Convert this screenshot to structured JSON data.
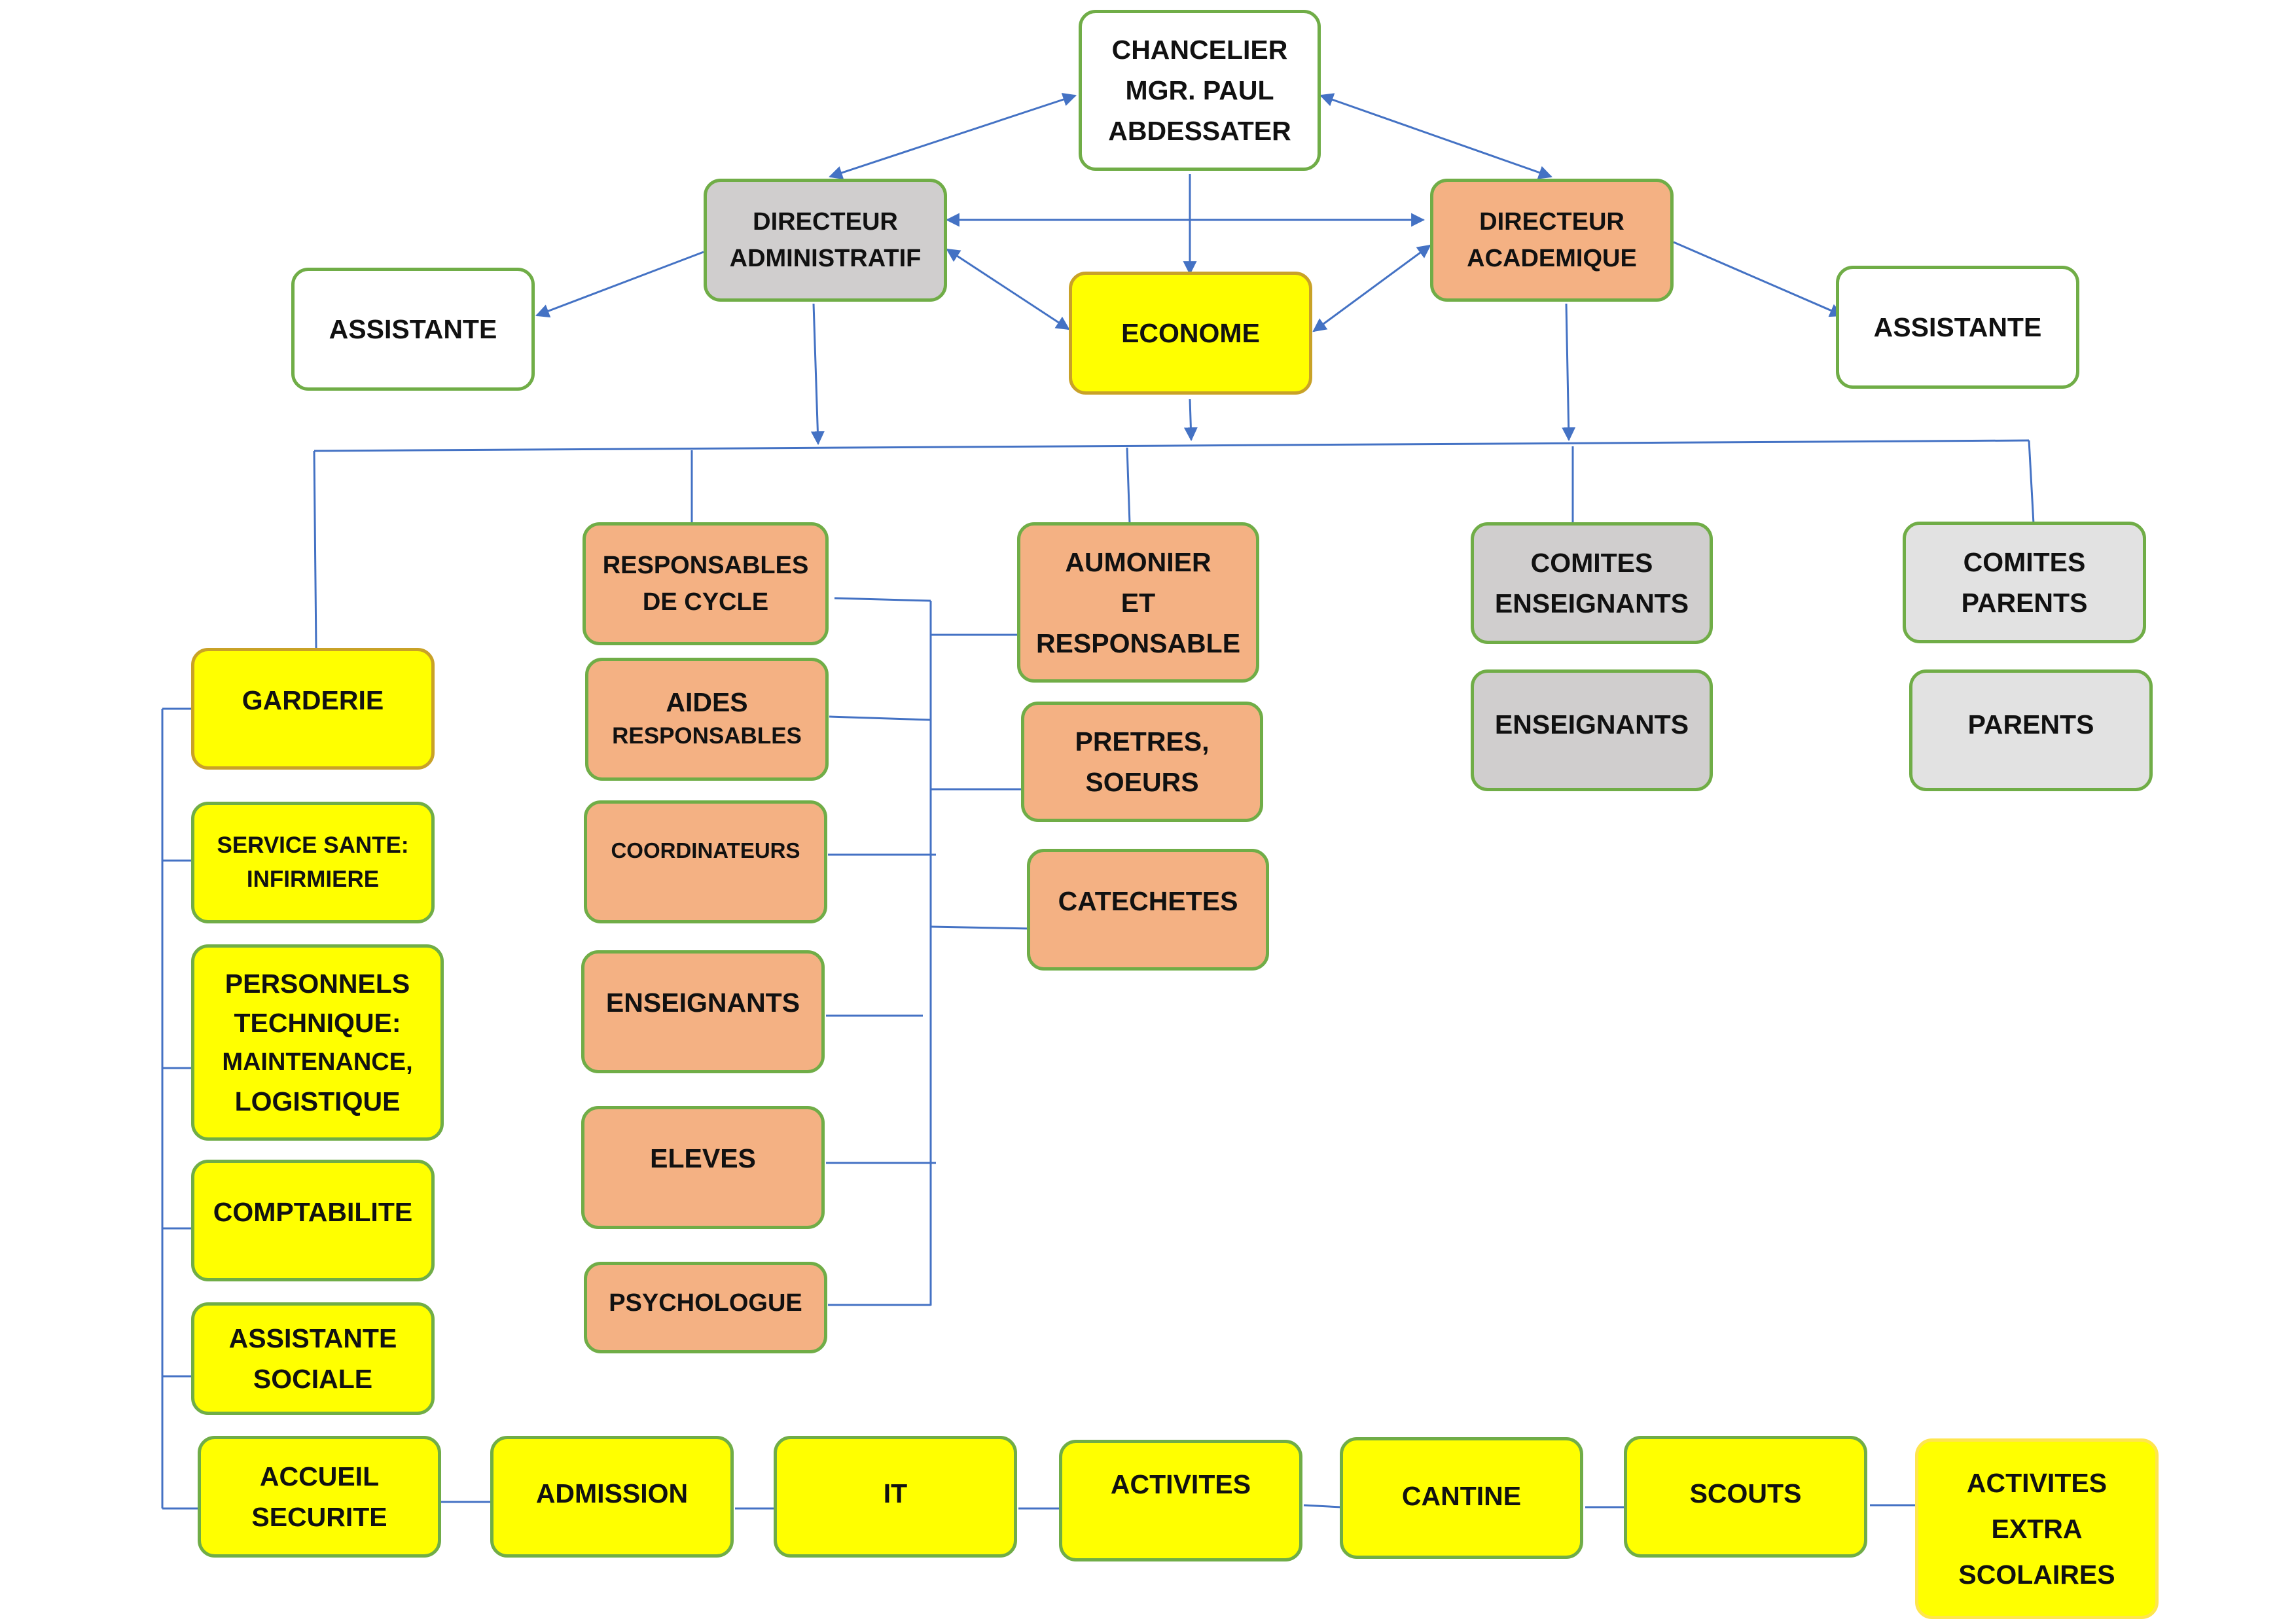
{
  "nodes": {
    "chancelier": [
      "CHANCELIER",
      "MGR. PAUL",
      "ABDESSATER"
    ],
    "dir_admin": [
      "DIRECTEUR",
      "ADMINISTRATIF"
    ],
    "dir_acad": [
      "DIRECTEUR",
      "ACADEMIQUE"
    ],
    "econome": [
      "ECONOME"
    ],
    "assistante_left": [
      "ASSISTANTE"
    ],
    "assistante_right": [
      "ASSISTANTE"
    ],
    "responsables_cycle": [
      "RESPONSABLES",
      "DE CYCLE"
    ],
    "aides_responsables": [
      "AIDES",
      "RESPONSABLES"
    ],
    "coordinateurs": [
      "COORDINATEURS"
    ],
    "enseignants_cycle": [
      "ENSEIGNANTS"
    ],
    "eleves": [
      "ELEVES"
    ],
    "psychologue": [
      "PSYCHOLOGUE"
    ],
    "aumonier": [
      "AUMONIER",
      "ET",
      "RESPONSABLE"
    ],
    "pretres": [
      "PRETRES,",
      "SOEURS"
    ],
    "catechetes": [
      "CATECHETES"
    ],
    "comites_enseignants": [
      "COMITES",
      "ENSEIGNANTS"
    ],
    "enseignants": [
      "ENSEIGNANTS"
    ],
    "comites_parents": [
      "COMITES",
      "PARENTS"
    ],
    "parents": [
      "PARENTS"
    ],
    "garderie": [
      "GARDERIE"
    ],
    "service_sante": [
      "SERVICE SANTE:",
      "INFIRMIERE"
    ],
    "personnels_technique": [
      "PERSONNELS",
      "TECHNIQUE:",
      "MAINTENANCE,",
      "LOGISTIQUE"
    ],
    "comptabilite": [
      "COMPTABILITE"
    ],
    "assistante_sociale": [
      "ASSISTANTE",
      "SOCIALE"
    ],
    "accueil_securite": [
      "ACCUEIL",
      "SECURITE"
    ],
    "admission": [
      "ADMISSION"
    ],
    "it": [
      "IT"
    ],
    "activites": [
      "ACTIVITES"
    ],
    "cantine": [
      "CANTINE"
    ],
    "scouts": [
      "SCOUTS"
    ],
    "activites_extra": [
      "ACTIVITES",
      "EXTRA",
      "SCOLAIRES"
    ]
  },
  "colors": {
    "border_green": "#70ad47",
    "connector_blue": "#4472c4",
    "orange_fill": "#f4b183",
    "yellow_fill": "#ffff00",
    "grey_fill": "#d0cece",
    "light_grey_fill": "#e2e2e2"
  }
}
